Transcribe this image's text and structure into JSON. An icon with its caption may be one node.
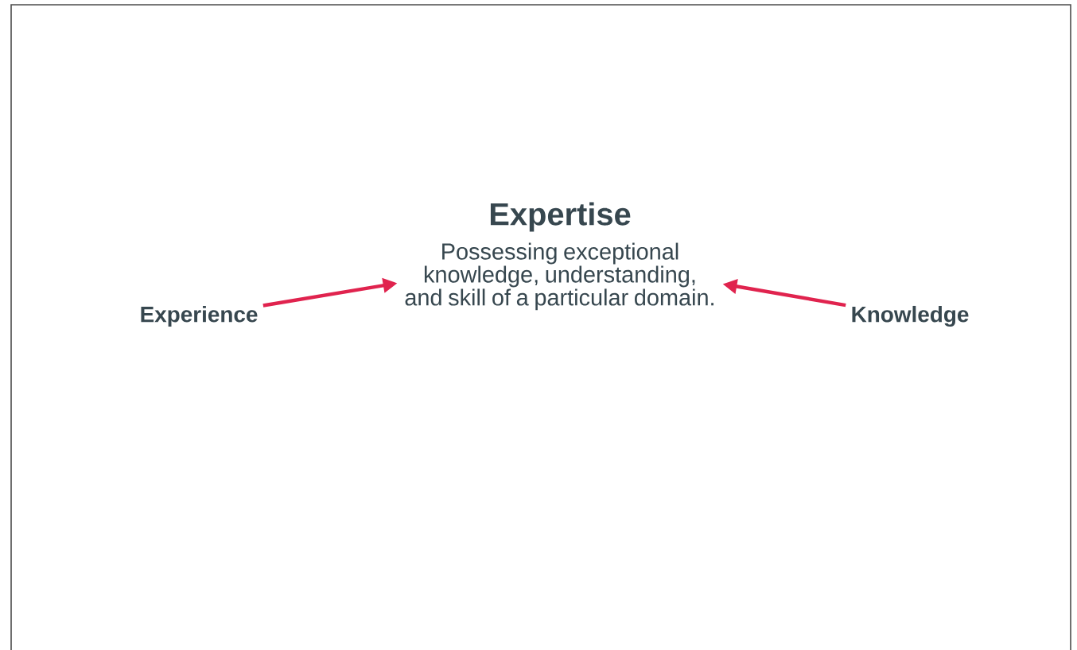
{
  "diagram": {
    "nodes": [
      {
        "text": [
          "Expertise",
          "Possessing exceptional knowledge, understanding, and skill of a particular domain."
        ]
      },
      {
        "text": [
          "Experience"
        ]
      },
      {
        "text": [
          "Knowledge"
        ]
      }
    ],
    "edges": [
      {
        "from": 1,
        "to": 0,
        "arrow": "to",
        "color": "#e0234e"
      },
      {
        "from": 2,
        "to": 0,
        "arrow": "to",
        "color": "#e0234e"
      }
    ]
  }
}
